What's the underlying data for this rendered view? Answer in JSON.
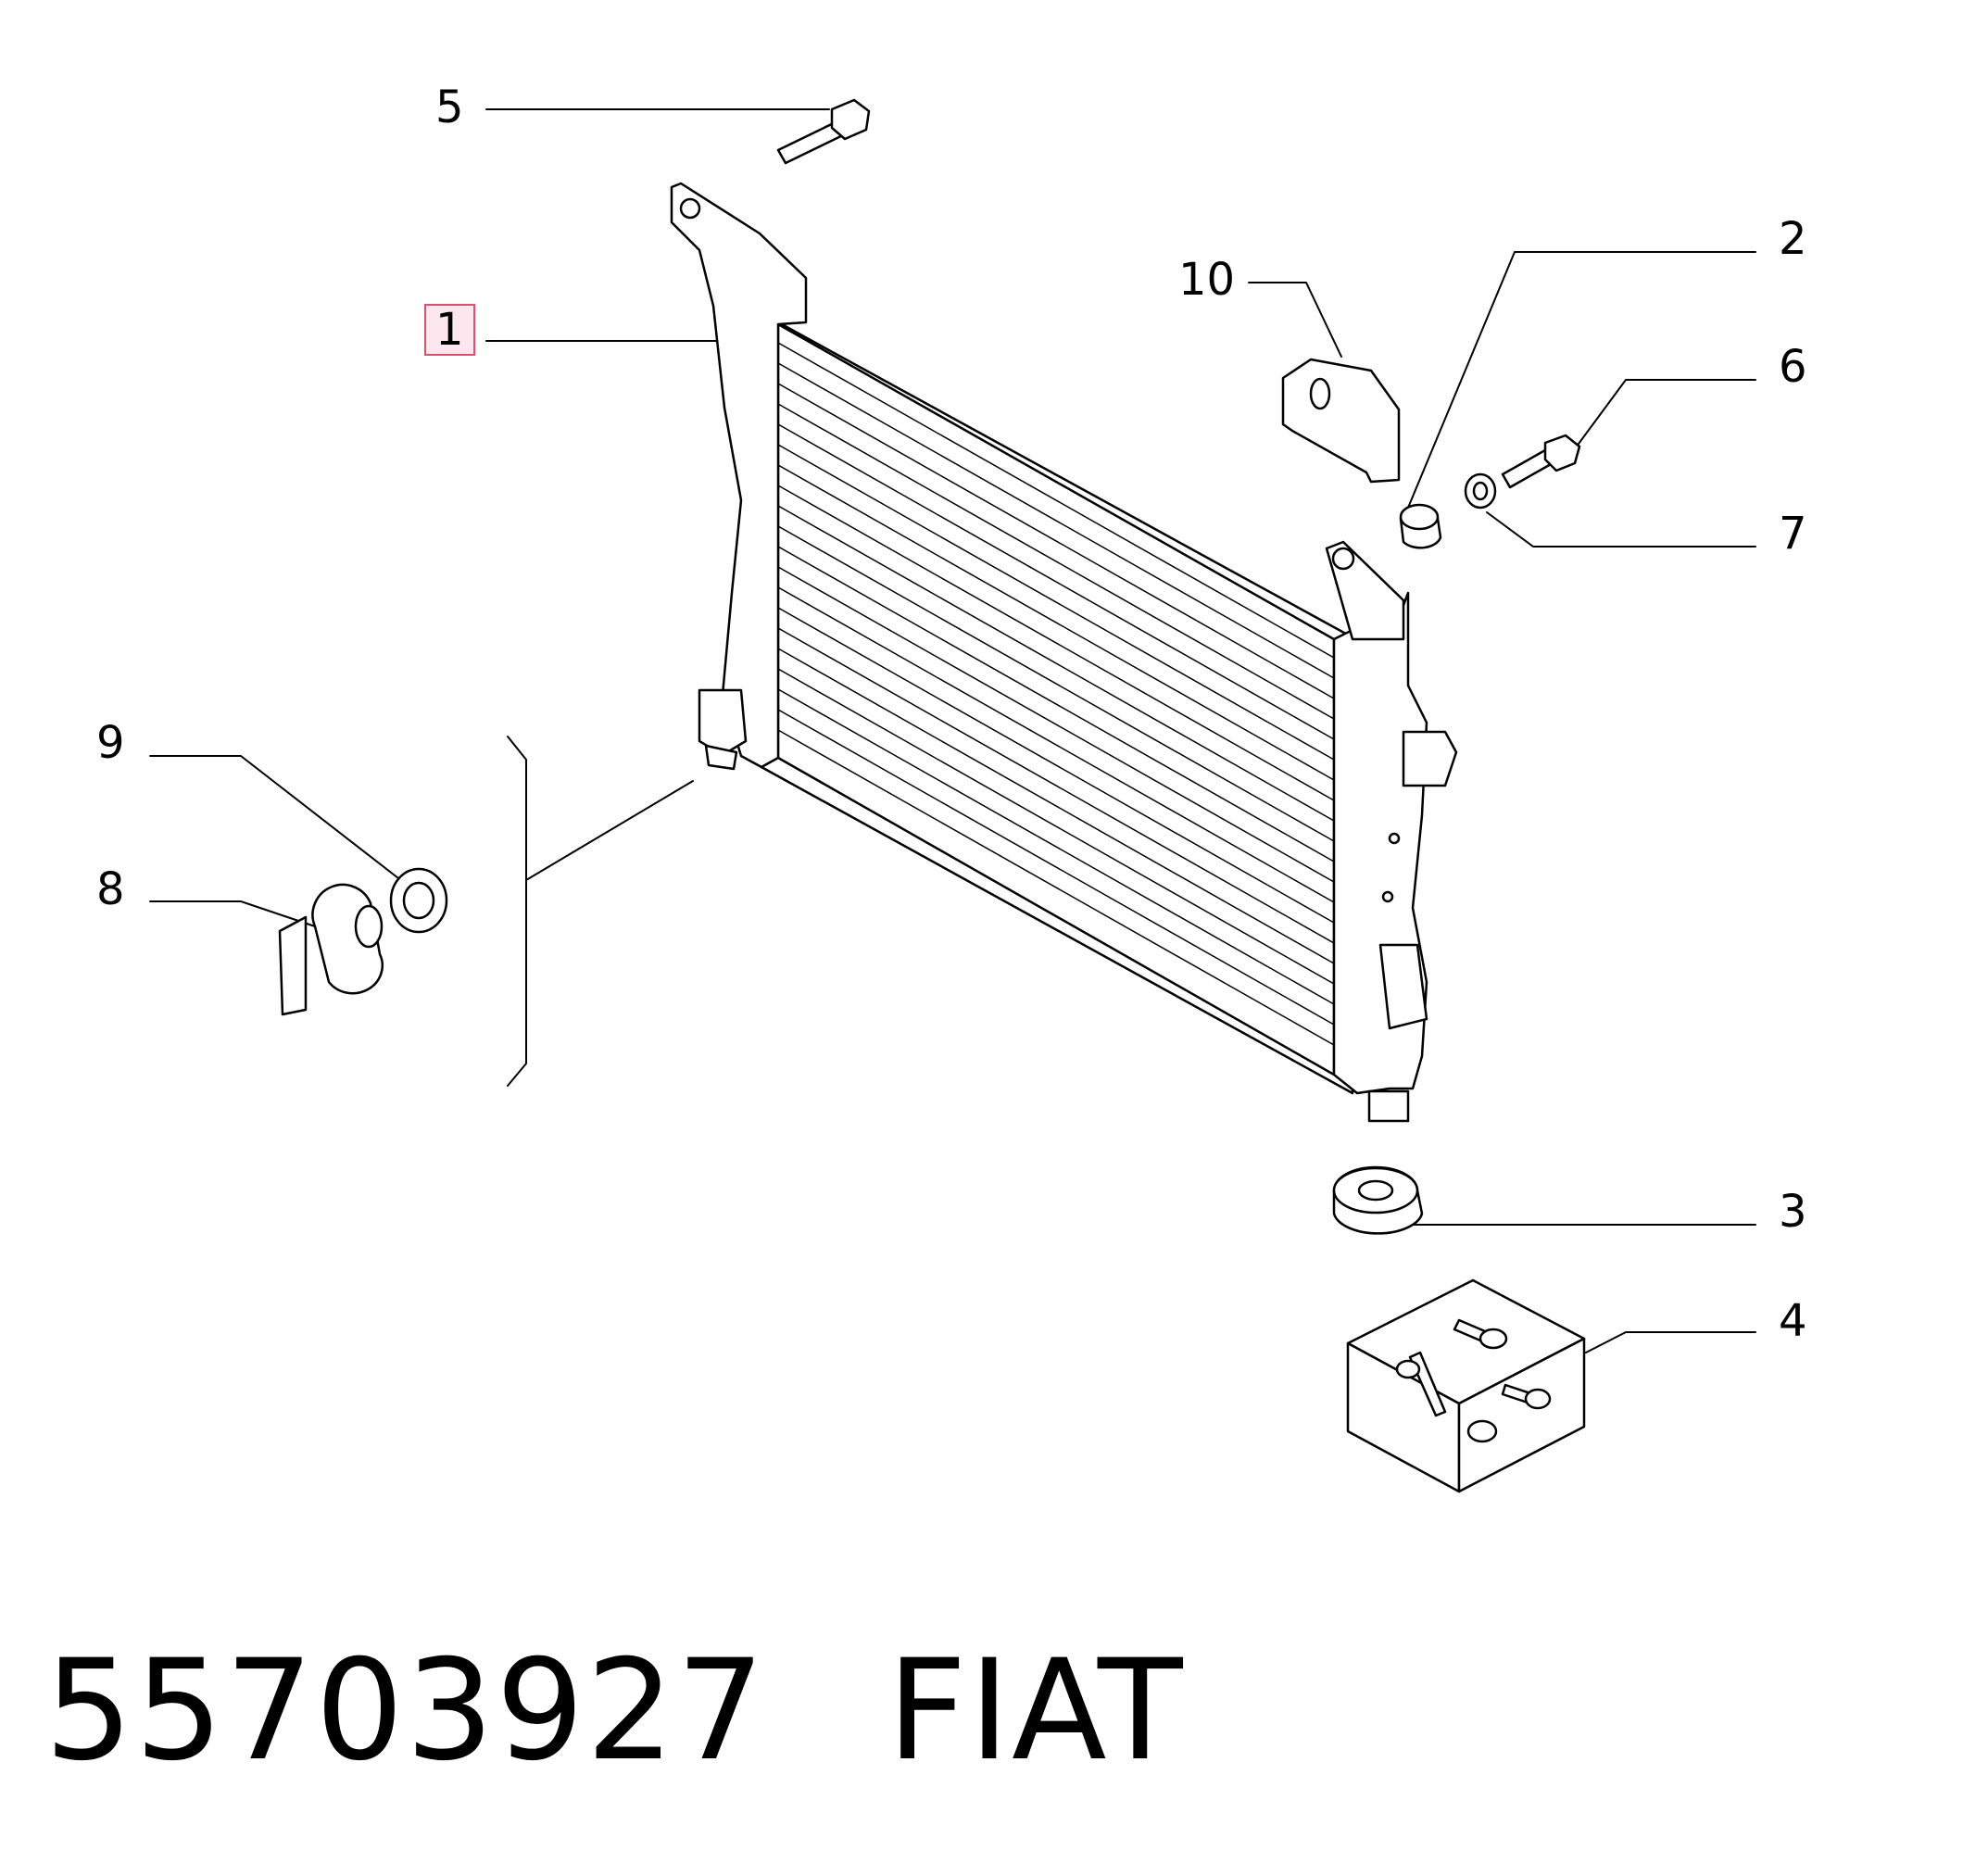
{
  "callouts": {
    "c1": "1",
    "c2": "2",
    "c3": "3",
    "c4": "4",
    "c5": "5",
    "c6": "6",
    "c7": "7",
    "c8": "8",
    "c9": "9",
    "c10": "10"
  },
  "caption": {
    "part_number": "55703927",
    "brand": "FIAT"
  },
  "colors": {
    "line": "#000000",
    "highlight_border": "#e0506a",
    "highlight_fill": "#fde7ee",
    "background": "#ffffff"
  }
}
